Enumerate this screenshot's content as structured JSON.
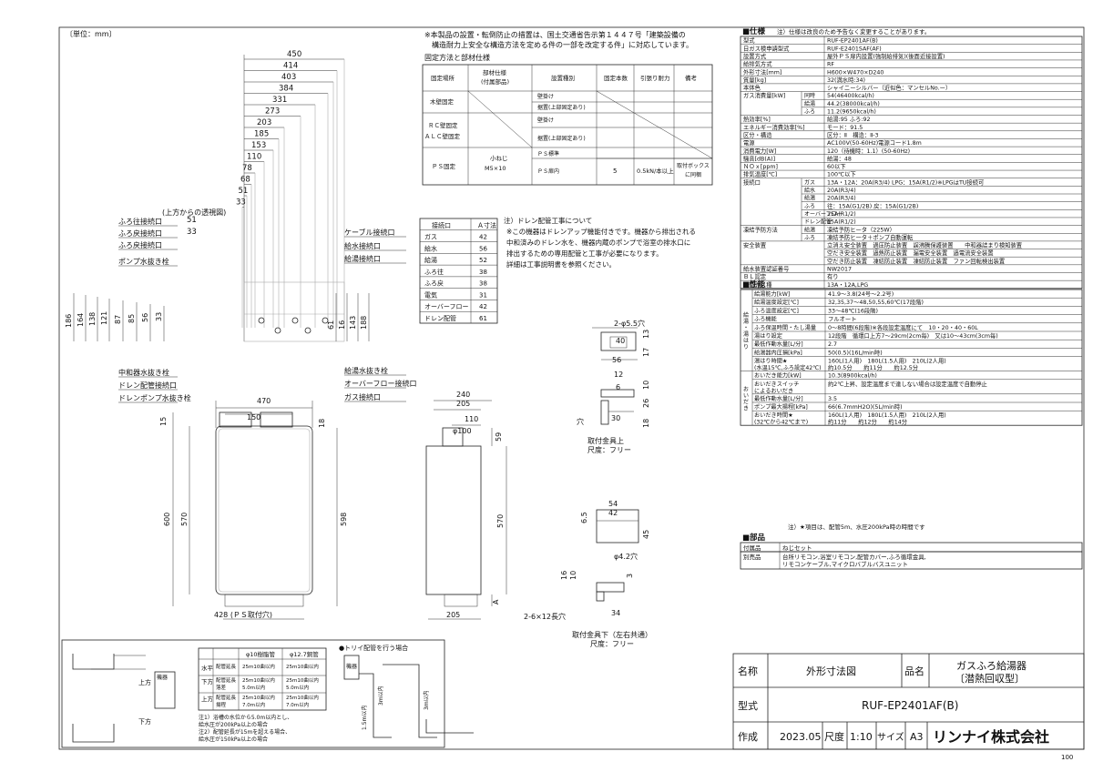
{
  "unit_label": "〔単位：mm〕",
  "page_number": "100",
  "top_note": [
    "※本製品の設置・転倒防止の措置は、国土交通省告示第１４４７号「建築設備の",
    "構造耐力上安全な構造方法を定める件の一部を改定する件」に対応しています。"
  ],
  "fix_table": {
    "title": "固定方法と部材仕様",
    "headers": [
      "固定場所",
      "部材仕様\n(付属部品)",
      "設置種別",
      "固定本数",
      "引張り耐力",
      "備考"
    ],
    "rows": [
      [
        "木壁固定",
        "",
        "壁掛け",
        "",
        "",
        ""
      ],
      [
        "",
        "",
        "据置(上部固定あり)",
        "",
        "",
        ""
      ],
      [
        "ＲＣ壁固定\nＡＬＣ壁固定",
        "",
        "壁掛け",
        "",
        "",
        ""
      ],
      [
        "",
        "",
        "据置(上部固定あり)",
        "",
        "",
        ""
      ],
      [
        "ＰＳ固定",
        "小ねじ\nM5×10",
        "ＰＳ標準",
        "",
        "",
        ""
      ],
      [
        "",
        "",
        "ＰＳ扉内",
        "5",
        "0.5kN/本以上",
        "取付ボックス\nに同梱"
      ]
    ]
  },
  "top_view": {
    "title": "(上方からの透視図)",
    "dims_horizontal": [
      "450",
      "414",
      "403",
      "384",
      "331",
      "273",
      "203",
      "185",
      "153",
      "110",
      "78",
      "68",
      "51",
      "33"
    ],
    "dims_vertical_left": [
      "186",
      "164",
      "138",
      "121",
      "87",
      "85",
      "56",
      "33"
    ],
    "dims_vertical_right": [
      "61",
      "16",
      "143",
      "188"
    ],
    "labels_left": [
      "ふろ往接続口",
      "ふろ戻接続口",
      "ふろ戻接続口",
      "ポンプ水抜き栓",
      "中和器水抜き栓",
      "ドレン配管接続口",
      "ドレンポンプ水抜き栓"
    ],
    "labels_right": [
      "ケーブル接続口",
      "給水接続口",
      "給湯接続口",
      "給湯水抜き栓",
      "オーバーフロー接続口",
      "ガス接続口"
    ]
  },
  "conn_table": {
    "headers": [
      "接続口",
      "Ａ寸法"
    ],
    "rows": [
      [
        "ガス",
        "42"
      ],
      [
        "給水",
        "56"
      ],
      [
        "給湯",
        "52"
      ],
      [
        "ふろ往",
        "38"
      ],
      [
        "ふろ戻",
        "38"
      ],
      [
        "電気",
        "31"
      ],
      [
        "オーバーフロー",
        "42"
      ],
      [
        "ドレン配管",
        "61"
      ]
    ]
  },
  "drain_note": [
    "注）ドレン配管工事について",
    "※この機器はドレンアップ機能付きです。機器から排出される",
    "中和済みのドレン水を、機器内蔵のポンプで浴室の排水口に",
    "排出するための専用配管と工事が必要になります。",
    "詳細は工事説明書を参照ください。"
  ],
  "front_view": {
    "dims": [
      "470",
      "150",
      "15",
      "18",
      "600",
      "570",
      "598",
      "428 (ＰＳ取付穴)"
    ]
  },
  "side_view": {
    "dims": [
      "240",
      "205",
      "110",
      "φ100",
      "59",
      "570",
      "A",
      "205"
    ]
  },
  "bracket_top": {
    "dims": [
      "2-φ5.5穴",
      "40",
      "13",
      "56",
      "17",
      "12",
      "6",
      "10",
      "26",
      "18",
      "30"
    ],
    "caption": [
      "取付金具上",
      "尺度：フリー"
    ],
    "hole_label": "穴"
  },
  "bracket_bottom": {
    "dims": [
      "6.5",
      "54",
      "42",
      "45",
      "φ4.2穴",
      "16",
      "10",
      "3",
      "2-6×12長穴",
      "34"
    ],
    "caption": [
      "取付金具下（左右共通）",
      "尺度：フリー"
    ]
  },
  "piping": {
    "table_headers": [
      "",
      "",
      "φ10樹脂管",
      "φ12.7銅管"
    ],
    "rows": [
      [
        "水平",
        "配管延長",
        "25m10曲以内",
        "25m10曲以内"
      ],
      [
        "下方",
        "配管延長\n落差",
        "25m10曲以内\n5.0m以内",
        "25m10曲以内\n5.0m以内"
      ],
      [
        "上方",
        "配管延長\n揚程",
        "25m10曲以内\n7.0m以内",
        "25m10曲以内\n7.0m以内"
      ]
    ],
    "notes": [
      "注1）浴槽の水位から5.0m以内とし、",
      "給水圧が200kPa以上の場合",
      "注2）配管延長が15mを超える場合、",
      "給水圧が150kPa以上の場合"
    ],
    "labels": [
      "上方",
      "下方",
      "機器"
    ],
    "trap_title": "●トリイ配管を行う場合",
    "trap_labels": [
      "機器",
      "1.5m以内",
      "3m以内",
      "3m以内"
    ]
  },
  "specs": {
    "title": "■仕様",
    "subnote": "注）仕様は改良のため予告なく変更することがあります。",
    "rows": [
      [
        "型式",
        "",
        "RUF-EP2401AF(B)"
      ],
      [
        "日ガス検申請型式",
        "",
        "RUF-E2401SAF(AF)"
      ],
      [
        "設置方式",
        "",
        "屋外ＰＳ扉内設置(強制給排気)(後面近接設置)"
      ],
      [
        "給排気方式",
        "",
        "RF"
      ],
      [
        "外形寸法[mm]",
        "",
        "H600×W470×D240"
      ],
      [
        "質量[kg]",
        "",
        "32(満水時:34)"
      ],
      [
        "本体色",
        "",
        "シャイニーシルバー（近似色：マンセルNo.ー）"
      ],
      [
        "ガス消費量[kW]",
        "同時",
        "54(46400kcal/h)"
      ],
      [
        "",
        "給湯",
        "44.2(38000kcal/h)"
      ],
      [
        "",
        "ふろ",
        "11.2(9650kcal/h)"
      ],
      [
        "熱効率[%]",
        "",
        "給湯:95 ふろ:92"
      ],
      [
        "エネルギー消費効率[%]",
        "",
        "モード：91.5"
      ],
      [
        "区分・構造",
        "",
        "区分：Ⅱ　構造：Ⅱ-3"
      ],
      [
        "電源",
        "",
        "AC100V(50-60Hz)電源コード1.8m"
      ],
      [
        "消費電力[W]",
        "",
        "120（待機時：1.1）(50-60Hz)"
      ],
      [
        "騒音[dB(A)]",
        "",
        "給湯：48"
      ],
      [
        "ＮＯｘ[ppm]",
        "",
        "60以下"
      ],
      [
        "排気温度[℃]",
        "",
        "100℃以下"
      ],
      [
        "接続口",
        "ガス",
        "13A・12A：20A(R3/4) LPG：15A(R1/2)※LPGはTU接続可"
      ],
      [
        "",
        "給水",
        "20A(R3/4)"
      ],
      [
        "",
        "給湯",
        "20A(R3/4)"
      ],
      [
        "",
        "ふろ",
        "往：15A(G1/2B) 戻：15A(G1/2B)"
      ],
      [
        "",
        "オーバーフロー",
        "15A(R1/2)"
      ],
      [
        "",
        "ドレン配管",
        "15A(R1/2)"
      ],
      [
        "凍結予防方法",
        "給湯",
        "凍結予防ヒータ（225W）"
      ],
      [
        "",
        "ふろ",
        "凍結予防ヒータ＋ポンプ自動運転"
      ],
      [
        "安全装置",
        "",
        "立消え安全装置　過圧防止装置　誤沸騰保護装置　　中和器詰まり検知装置"
      ],
      [
        "",
        "",
        "空だき安全装置　過熱防止装置　漏電安全装置　過電流安全装置"
      ],
      [
        "",
        "",
        "空だき防止装置　凍結防止装置　凍結防止装置　ファン回転検出装置"
      ],
      [
        "給水装置認証番号",
        "",
        "NW2017"
      ],
      [
        "ＢＬ認定",
        "",
        "有り"
      ],
      [
        "製造ガス種",
        "",
        "13A・12A,LPG"
      ]
    ]
  },
  "performance": {
    "title": "■性能",
    "rows": [
      [
        "給湯能力[kW]",
        "41.9～3.8(24号～2.2号)"
      ],
      [
        "給湯温度設定[℃]",
        "32,35,37～48,50,55,60℃(17段階)"
      ],
      [
        "ふろ温度設定[℃]",
        "33～48℃(16段階)"
      ],
      [
        "ふろ機能",
        "フルオート"
      ],
      [
        "ふろ保温時間・たし湯量",
        "0～8時間(6段階)※各段設定温度にて　10・20・40・60L"
      ],
      [
        "湯はり設定",
        "12段階　循環口上方7～29cm(2cm毎)　又は10～43cm(3cm毎)"
      ],
      [
        "最低作動水量[L/分]",
        "2.7"
      ],
      [
        "給湯器内圧損[kPa]",
        "50(0.5)(16L/min時)"
      ],
      [
        "湯はり時間★\n(水温15℃,ふろ設定42℃)",
        "160L(1人用)　180L(1.5人用)　210L(2人用)\n約10.5分　　約11分　　約12.5分"
      ],
      [
        "おいだき能力[kW]",
        "10.3(8900kcal/h)"
      ],
      [
        "おいだきスイッチ\nによるおいだき",
        "約2℃上昇、設定温度まで達しない場合は設定温度で自動停止"
      ],
      [
        "最低作動水量[L/分]",
        "3.5"
      ],
      [
        "ポンプ最大揚程[kPa]",
        "66(6.7mmH2O)(5L/min時)"
      ],
      [
        "おいだき時間★\n(32℃から42℃まで)",
        "160L(1人用)　180L(1.5人用)　210L(2人用)\n約11分　　約12分　　約14分"
      ]
    ],
    "group_labels": [
      "給湯・湯はり",
      "おいだき"
    ],
    "footnote": "注）★項目は、配管5m、水圧200kPa時の時間です"
  },
  "parts": {
    "title": "■部品",
    "rows": [
      [
        "付属品",
        "ねじセット"
      ],
      [
        "別売品",
        "台所リモコン,浴室リモコン,配管カバー,ふろ循環金具,\nリモコンケーブル,マイクロバブルバスユニット"
      ]
    ]
  },
  "title_block": {
    "name_label": "名称",
    "name_value": "外形寸法図",
    "product_label": "品名",
    "product_value": [
      "ガスふろ給湯器",
      "〔潜熱回収型〕"
    ],
    "model_label": "型式",
    "model_value": "RUF-EP2401AF(B)",
    "made_label": "作成",
    "made_value": "2023.05",
    "scale_label": "尺度",
    "scale_value": "1:10",
    "size_label": "サイズ",
    "size_value": "A3",
    "company": "リンナイ株式会社"
  }
}
